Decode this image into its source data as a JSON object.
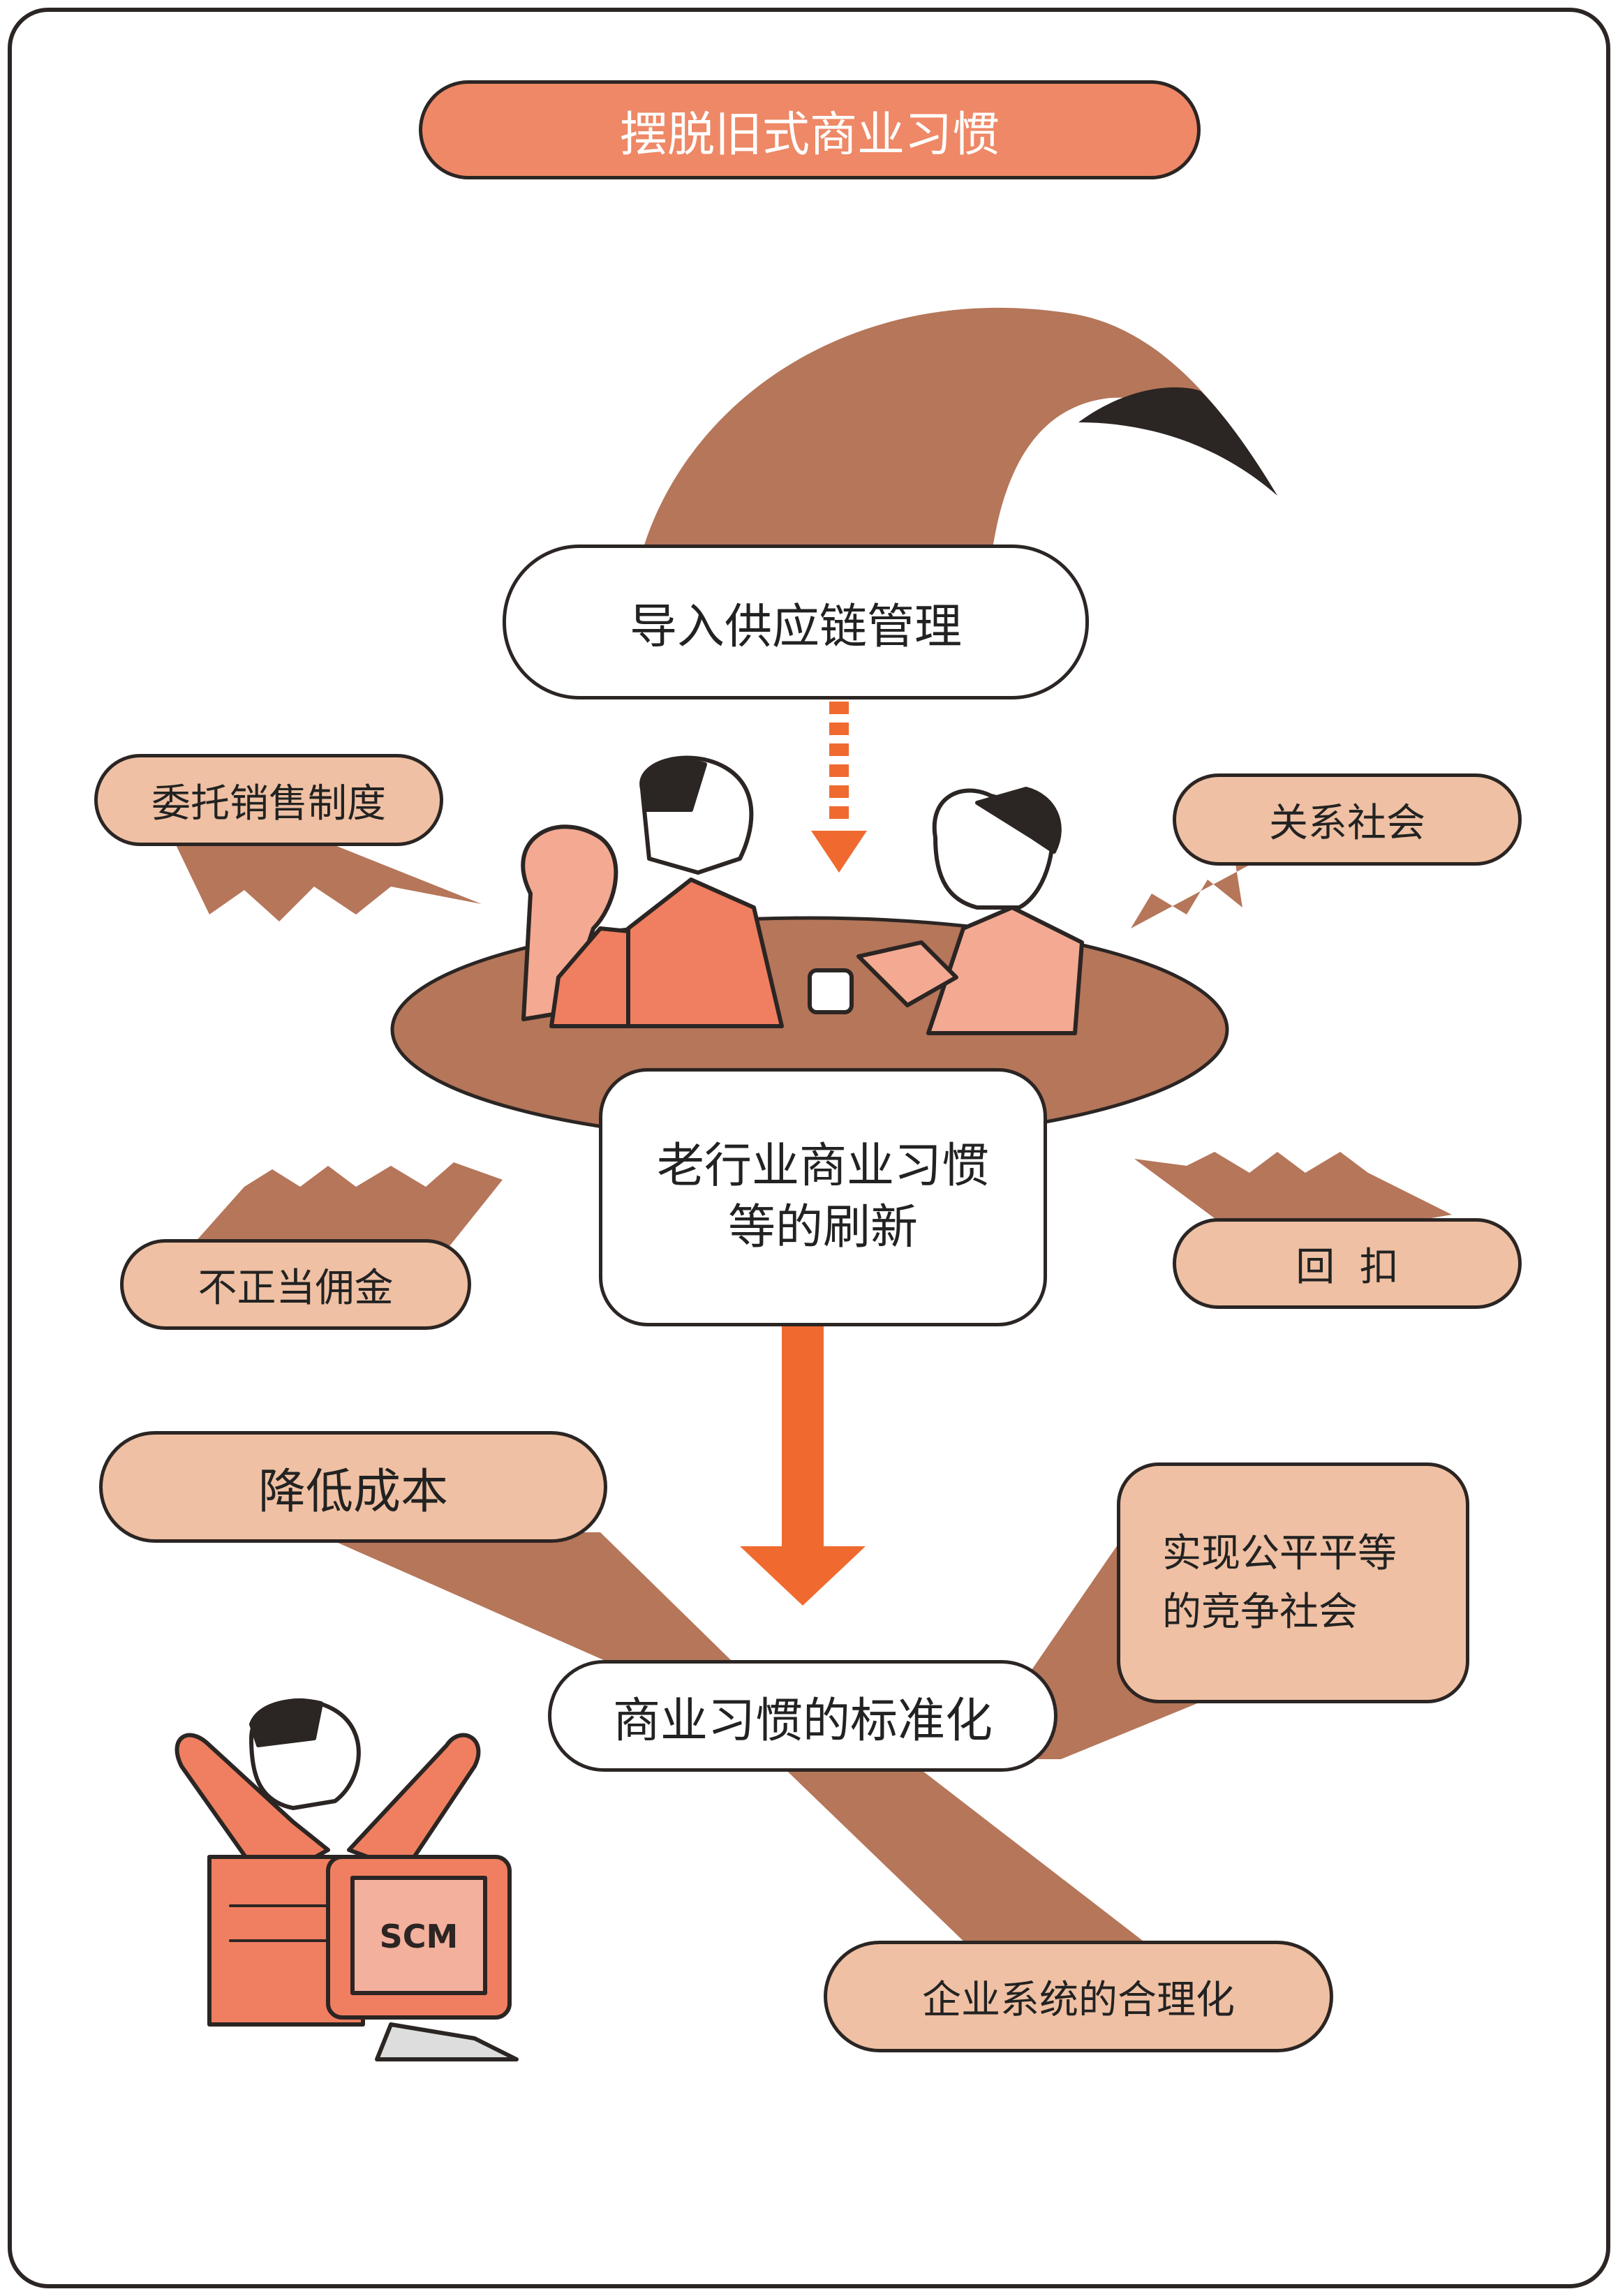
{
  "title": "摆脱旧式商业习惯",
  "nodes": {
    "top": "导入供应链管理",
    "center": "老行业商业习惯\n等的刷新",
    "standardization": "商业习惯的标准化"
  },
  "old_habits": [
    "委托销售制度",
    "关系社会",
    "不正当佣金",
    "回  扣"
  ],
  "outcomes": {
    "cost": "降低成本",
    "fair": "实现公平平等\n的竞争社会",
    "rationalization": "企业系统的合理化"
  },
  "illustration": {
    "monitor_text": "SCM"
  },
  "colors": {
    "frame": "#2b2523",
    "title_fill": "#ee8866",
    "brown": "#b5765a",
    "peach": "#efc0a3",
    "arrow": "#f06a30"
  }
}
